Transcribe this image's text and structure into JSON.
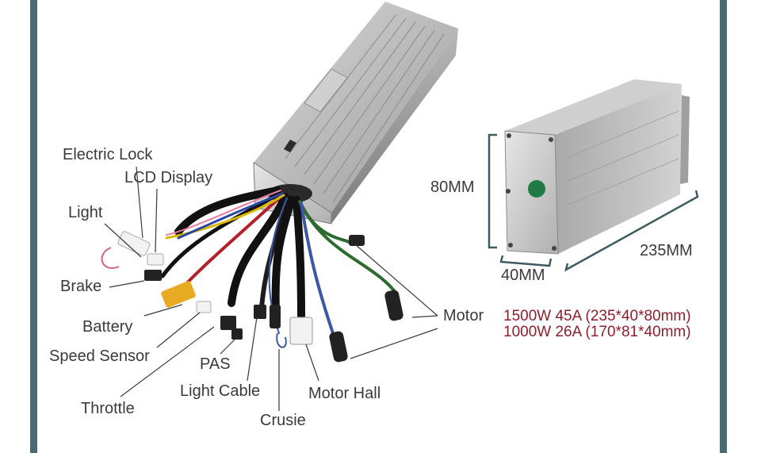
{
  "labels": {
    "electric_lock": "Electric Lock",
    "lcd_display": "LCD Display",
    "light": "Light",
    "brake": "Brake",
    "battery": "Battery",
    "speed_sensor": "Speed Sensor",
    "pas": "PAS",
    "throttle": "Throttle",
    "light_cable": "Light Cable",
    "crusie": "Crusie",
    "motor_hall": "Motor Hall",
    "motor": "Motor"
  },
  "specs": [
    "1500W 45A (235*40*80mm)",
    "1000W 26A (170*81*40mm)"
  ],
  "dimensions": {
    "height": "80MM",
    "width": "40MM",
    "length": "235MM"
  },
  "colors": {
    "frame": "#4d6a73",
    "spec_text": "#8c1d2c",
    "label_text": "#3a3a3a",
    "dimension_line": "#3f5a61"
  }
}
